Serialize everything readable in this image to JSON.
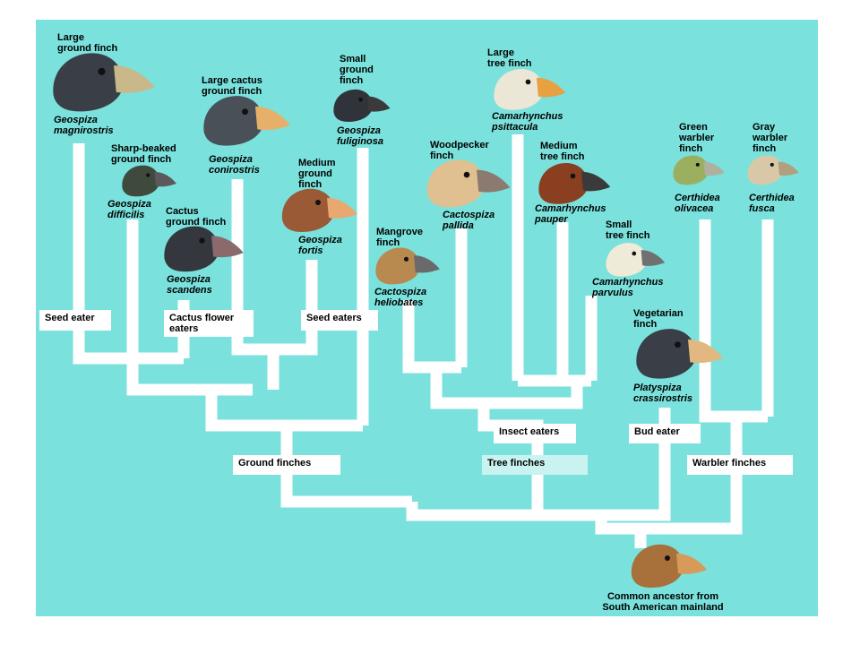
{
  "colors": {
    "background": "#7ae1dc",
    "branch": "#ffffff",
    "label_box": "#ffffff",
    "label_box_alt": "#c9f3f0"
  },
  "species": [
    {
      "id": "large-ground-finch",
      "common": "Large\nground finch",
      "scientific": "Geospiza\nmagnirostris",
      "body_color": "#3a3e46",
      "beak_color": "#c9b98a"
    },
    {
      "id": "large-cactus-ground-finch",
      "common": "Large cactus\nground finch",
      "scientific": "Geospiza\nconirostris",
      "body_color": "#4a5058",
      "beak_color": "#e6b06a"
    },
    {
      "id": "small-ground-finch",
      "common": "Small\nground\nfinch",
      "scientific": "Geospiza\nfuliginosa",
      "body_color": "#30343a",
      "beak_color": "#3a3a3a"
    },
    {
      "id": "sharp-beaked-ground-finch",
      "common": "Sharp-beaked\nground finch",
      "scientific": "Geospiza\ndifficilis",
      "body_color": "#3e4a3c",
      "beak_color": "#5a5a5a"
    },
    {
      "id": "cactus-ground-finch",
      "common": "Cactus\nground finch",
      "scientific": "Geospiza\nscandens",
      "body_color": "#34383e",
      "beak_color": "#8a6a6a"
    },
    {
      "id": "medium-ground-finch",
      "common": "Medium\nground\nfinch",
      "scientific": "Geospiza\nfortis",
      "body_color": "#9a5a36",
      "beak_color": "#e8a870"
    },
    {
      "id": "large-tree-finch",
      "common": "Large\ntree finch",
      "scientific": "Camarhynchus\npsittacula",
      "body_color": "#ece6d6",
      "beak_color": "#e8a040"
    },
    {
      "id": "woodpecker-finch",
      "common": "Woodpecker\nfinch",
      "scientific": "Cactospiza\npallida",
      "body_color": "#e0c090",
      "beak_color": "#8a7a70"
    },
    {
      "id": "medium-tree-finch",
      "common": "Medium\ntree finch",
      "scientific": "Camarhynchus\npauper",
      "body_color": "#8a4020",
      "beak_color": "#3a3a3a"
    },
    {
      "id": "mangrove-finch",
      "common": "Mangrove\nfinch",
      "scientific": "Cactospiza\nheliobates",
      "body_color": "#b88a50",
      "beak_color": "#6a6a6a"
    },
    {
      "id": "small-tree-finch",
      "common": "Small\ntree finch",
      "scientific": "Camarhynchus\nparvulus",
      "body_color": "#f0ead8",
      "beak_color": "#707070"
    },
    {
      "id": "green-warbler-finch",
      "common": "Green\nwarbler\nfinch",
      "scientific": "Certhidea\nolivacea",
      "body_color": "#9ab060",
      "beak_color": "#b0b0a0"
    },
    {
      "id": "gray-warbler-finch",
      "common": "Gray\nwarbler\nfinch",
      "scientific": "Certhidea\nfusca",
      "body_color": "#d8c8a8",
      "beak_color": "#b0a080"
    },
    {
      "id": "vegetarian-finch",
      "common": "Vegetarian\nfinch",
      "scientific": "Platyspiza\ncrassirostris",
      "body_color": "#3a3e46",
      "beak_color": "#e0b880"
    }
  ],
  "diet_labels": {
    "seed_eater": "Seed eater",
    "cactus_flower_eaters": "Cactus flower\neaters",
    "seed_eaters": "Seed eaters",
    "insect_eaters": "Insect eaters",
    "bud_eater": "Bud eater"
  },
  "group_labels": {
    "ground_finches": "Ground  finches",
    "tree_finches": "Tree finches",
    "warbler_finches": "Warbler finches"
  },
  "ancestor": {
    "label": "Common ancestor from\nSouth American mainland",
    "body_color": "#a8703a",
    "beak_color": "#d89a5a"
  }
}
